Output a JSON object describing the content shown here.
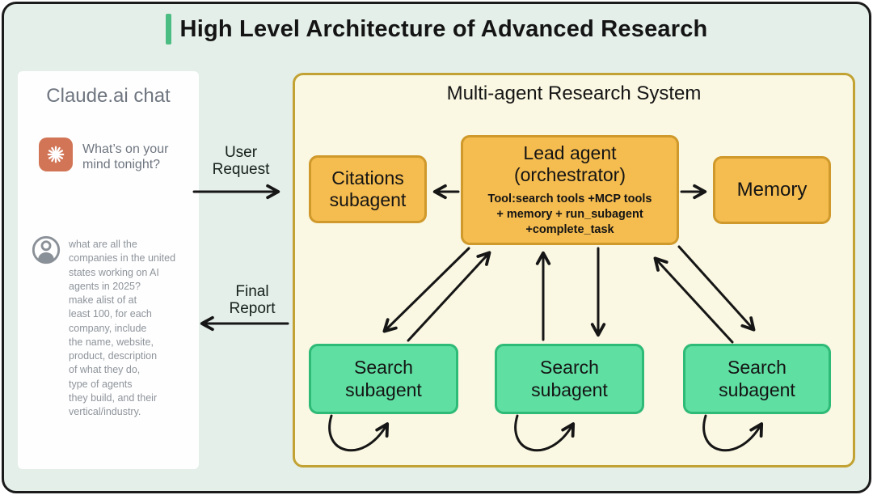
{
  "page": {
    "title": "High Level Architecture of Advanced Research"
  },
  "chat_panel": {
    "title": "Claude.ai chat",
    "greeting": "What’s on your\nmind tonight?",
    "user_message": "what are all the\ncompanies in the united\nstates working on AI\nagents in 2025?\nmake alist of at\nleast 100, for each\ncompany, include\nthe name, website,\nproduct, description\nof what they do,\ntype of agents\nthey build, and their\nvertical/industry."
  },
  "flow": {
    "user_request_label": "User\nRequest",
    "final_report_label": "Final\nReport"
  },
  "system": {
    "title": "Multi-agent Research System",
    "citations_label": "Citations\nsubagent",
    "lead_agent_title": "Lead agent\n(orchestrator)",
    "lead_agent_tools": "Tool:search tools +MCP tools\n+ memory + run_subagent\n+complete_task",
    "memory_label": "Memory",
    "search_agents": [
      {
        "label": "Search\nsubagent"
      },
      {
        "label": "Search\nsubagent"
      },
      {
        "label": "Search\nsubagent"
      }
    ]
  },
  "icons": {
    "claude_logo": "starburst-icon",
    "user_avatar": "person-icon"
  },
  "colors": {
    "background_mint": "#e4efe9",
    "frame_border": "#1b1b1b",
    "title_accent_green": "#4cbd82",
    "panel_cream": "#faf7e2",
    "panel_gold_border": "#c2a233",
    "box_orange_fill": "#f5bc4f",
    "box_orange_border": "#d0992b",
    "box_green_fill": "#5fdfa2",
    "box_green_border": "#2eba77",
    "claude_icon_coral": "#d27556",
    "muted_text_gray": "#6f7680",
    "arrow_black": "#161616"
  }
}
